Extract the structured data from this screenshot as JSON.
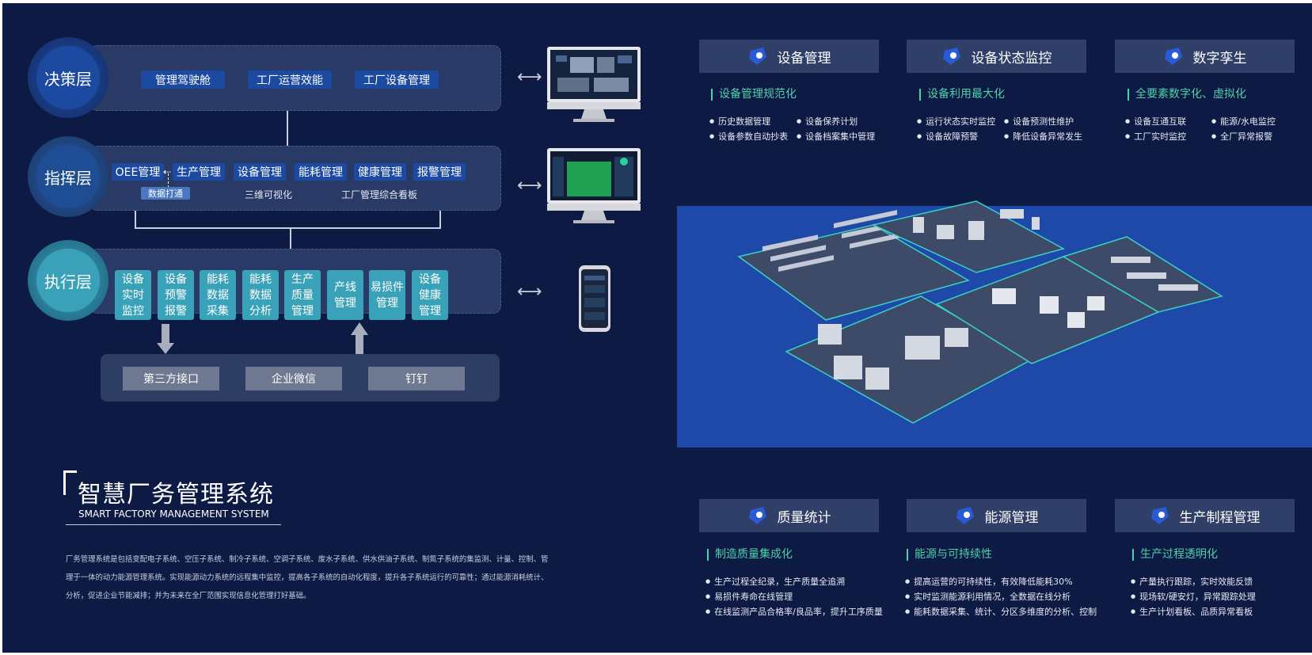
{
  "layers": {
    "decision": {
      "name": "决策层",
      "modules": [
        "管理驾驶舱",
        "工厂运营效能",
        "工厂设备管理"
      ]
    },
    "command": {
      "name": "指挥层",
      "modules": [
        "OEE管理",
        "生产管理",
        "设备管理",
        "能耗管理",
        "健康管理",
        "报警管理"
      ],
      "tag": "数据打通",
      "labels": [
        "三维可视化",
        "工厂管理综合看板"
      ]
    },
    "execution": {
      "name": "执行层",
      "modules": [
        "设备实时监控",
        "设备预警报警",
        "能耗数据采集",
        "能耗数据分析",
        "生产质量管理",
        "产线管理",
        "易损件管理",
        "设备健康管理"
      ]
    }
  },
  "interfaces": [
    "第三方接口",
    "企业微信",
    "钉钉"
  ],
  "arrow_symbol": "⟷",
  "system": {
    "title": "智慧厂务管理系统",
    "subtitle": "SMART FACTORY MANAGEMENT SYSTEM",
    "description": [
      "厂务管理系统是包括变配电子系统、空压子系统、制冷子系统、空调子系统、废水子系统、供水供油子系统、制氮子系统的集监测、计量、控制、管",
      "理于一体的动力能源管理系统。实现能源动力系统的远程集中监控，提高各子系统的自动化程度，提升各子系统运行的可靠性；通过能源消耗统计、",
      "分析，促进企业节能减排；并为未来在全厂范围实现信息化管理打好基础。"
    ]
  },
  "cards": [
    {
      "title": "设备管理",
      "subtitle": "设备管理规范化",
      "items": [
        "历史数据管理",
        "设备保养计划",
        "设备参数自动抄表",
        "设备档案集中管理"
      ]
    },
    {
      "title": "设备状态监控",
      "subtitle": "设备利用最大化",
      "items": [
        "运行状态实时监控",
        "设备预测性维护",
        "设备故障预警",
        "降低设备异常发生"
      ]
    },
    {
      "title": "数字孪生",
      "subtitle": "全要素数字化、虚拟化",
      "items": [
        "设备互通互联",
        "能源/水电监控",
        "工厂实时监控",
        "全厂异常报警"
      ]
    },
    {
      "title": "质量统计",
      "subtitle": "制造质量集成化",
      "items": [
        "生产过程全纪录，生产质量全追溯",
        "易损件寿命在线管理",
        "在线监测产品合格率/良品率，提升工序质量"
      ]
    },
    {
      "title": "能源管理",
      "subtitle": "能源与可持续性",
      "items": [
        "提高运营的可持续性，有效降低能耗30%",
        "实时监测能源利用情况，全数据在线分析",
        "能耗数据采集、统计、分区多维度的分析、控制"
      ]
    },
    {
      "title": "生产制程管理",
      "subtitle": "生产过程透明化",
      "items": [
        "产量执行跟踪，实时效能反馈",
        "现场软/硬安灯，异常跟踪处理",
        "生产计划看板、品质异常看板"
      ]
    }
  ],
  "colors": {
    "background": "#0d1a44",
    "accent_teal": "#3aa2b8",
    "accent_green": "#4fd1a9",
    "module_blue": "#1b4aa0",
    "banner_blue": "#1f49a8"
  }
}
